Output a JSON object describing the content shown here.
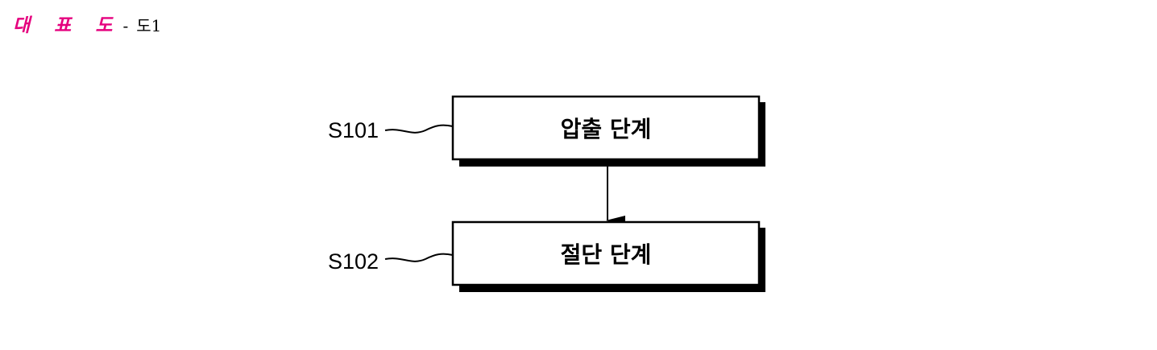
{
  "header": {
    "title": "대 표 도",
    "separator": "-",
    "figure": "도1"
  },
  "colors": {
    "title": "#e5007e",
    "line": "#000000",
    "box_fill": "#ffffff",
    "shadow": "#000000"
  },
  "steps": [
    {
      "code": "S101",
      "label": "압출 단계"
    },
    {
      "code": "S102",
      "label": "절단 단계"
    }
  ]
}
